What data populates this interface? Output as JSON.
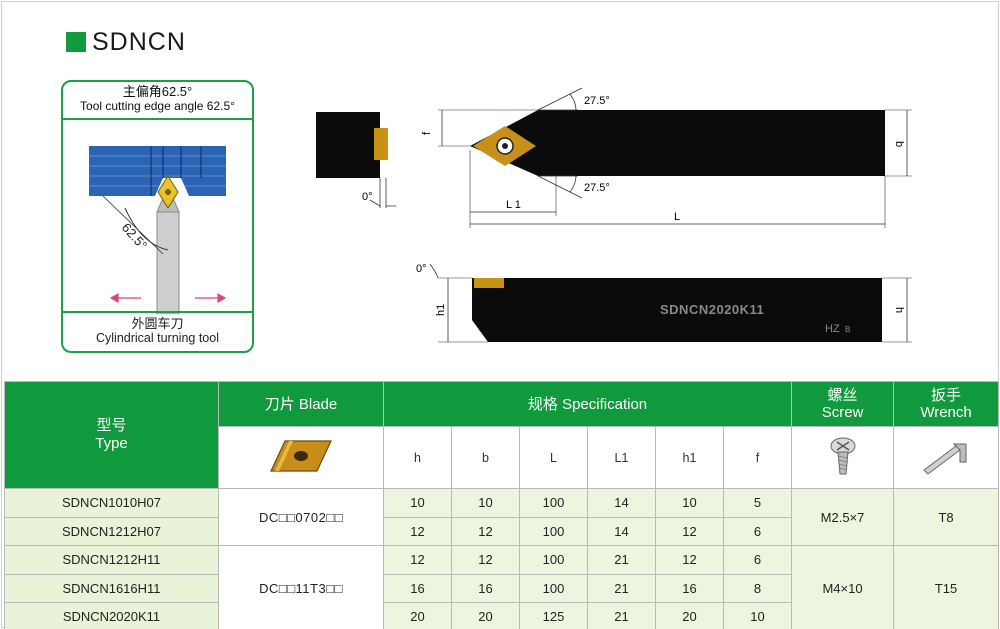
{
  "title": "SDNCN",
  "card": {
    "top_zh": "主偏角62.5°",
    "top_en": "Tool cutting edge angle 62.5°",
    "angle_label": "62.5°",
    "bottom_zh": "外圆车刀",
    "bottom_en": "Cylindrical turning tool"
  },
  "drawing": {
    "angle_top": "27.5°",
    "angle_bottom": "27.5°",
    "angle_zero_side": "0°",
    "angle_zero_front": "0°",
    "dim_f": "f",
    "dim_b": "b",
    "dim_L1": "L 1",
    "dim_L": "L",
    "dim_h1": "h1",
    "dim_h": "h",
    "shank_marking": "SDNCN2020K11",
    "shank_brand": "HZ",
    "shank_brand_mark": "B"
  },
  "table": {
    "type_zh": "型号",
    "type_en": "Type",
    "blade_header": "刀片 Blade",
    "spec_header": "规格 Specification",
    "screw_zh": "螺丝",
    "screw_en": "Screw",
    "wrench_zh": "扳手",
    "wrench_en": "Wrench",
    "spec_columns": [
      "h",
      "b",
      "L",
      "L1",
      "h1",
      "f"
    ],
    "rows": [
      {
        "type": "SDNCN1010H07",
        "values": [
          "10",
          "10",
          "100",
          "14",
          "10",
          "5"
        ]
      },
      {
        "type": "SDNCN1212H07",
        "values": [
          "12",
          "12",
          "100",
          "14",
          "12",
          "6"
        ]
      },
      {
        "type": "SDNCN1212H11",
        "values": [
          "12",
          "12",
          "100",
          "21",
          "12",
          "6"
        ]
      },
      {
        "type": "SDNCN1616H11",
        "values": [
          "16",
          "16",
          "100",
          "21",
          "16",
          "8"
        ]
      },
      {
        "type": "SDNCN2020K11",
        "values": [
          "20",
          "20",
          "125",
          "21",
          "20",
          "10"
        ]
      }
    ],
    "blade_groups": [
      "DC□□0702□□",
      "DC□□11T3□□"
    ],
    "screw_groups": [
      "M2.5×7",
      "M4×10"
    ],
    "wrench_groups": [
      "T8",
      "T15"
    ]
  },
  "colors": {
    "green": "#11993d",
    "light_green_row": "#e9f3d8",
    "blue_workpiece": "#2b64b5",
    "insert_gold": "#d4a10e"
  }
}
